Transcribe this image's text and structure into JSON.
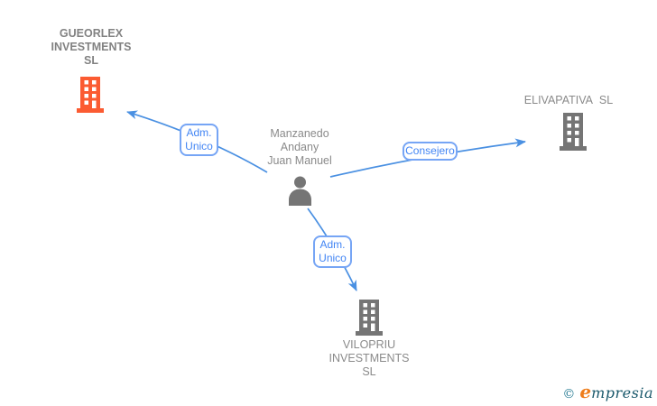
{
  "diagram": {
    "person": {
      "name_lines": [
        "Manzanedo",
        "Andany",
        "Juan Manuel"
      ]
    },
    "companies": [
      {
        "name_lines": [
          "GUEORLEX",
          "INVESTMENTS",
          "SL"
        ],
        "highlight": "orange"
      },
      {
        "name_lines": [
          "ELIVAPATIVA  SL"
        ],
        "highlight": "gray"
      },
      {
        "name_lines": [
          "VILOPRIU",
          "INVESTMENTS",
          "SL"
        ],
        "highlight": "gray"
      }
    ],
    "edges": [
      {
        "label_lines": [
          "Adm.",
          "Unico"
        ],
        "target": "GUEORLEX INVESTMENTS SL"
      },
      {
        "label_lines": [
          "Consejero"
        ],
        "target": "ELIVAPATIVA SL"
      },
      {
        "label_lines": [
          "Adm.",
          "Unico"
        ],
        "target": "VILOPRIU INVESTMENTS SL"
      }
    ]
  },
  "footer": {
    "copyright_symbol": "©",
    "brand_initial": "e",
    "brand_rest": "mpresia"
  },
  "colors": {
    "line_blue": "#4a90e2",
    "label_blue": "#4285f4",
    "box_border": "#76a5f5",
    "gray_text": "#8a8a8a",
    "icon_gray": "#757575",
    "icon_orange": "#fb5b32",
    "brand_teal": "#2a7d95",
    "brand_orange": "#ee7d1b",
    "brand_dark": "#19586b"
  }
}
